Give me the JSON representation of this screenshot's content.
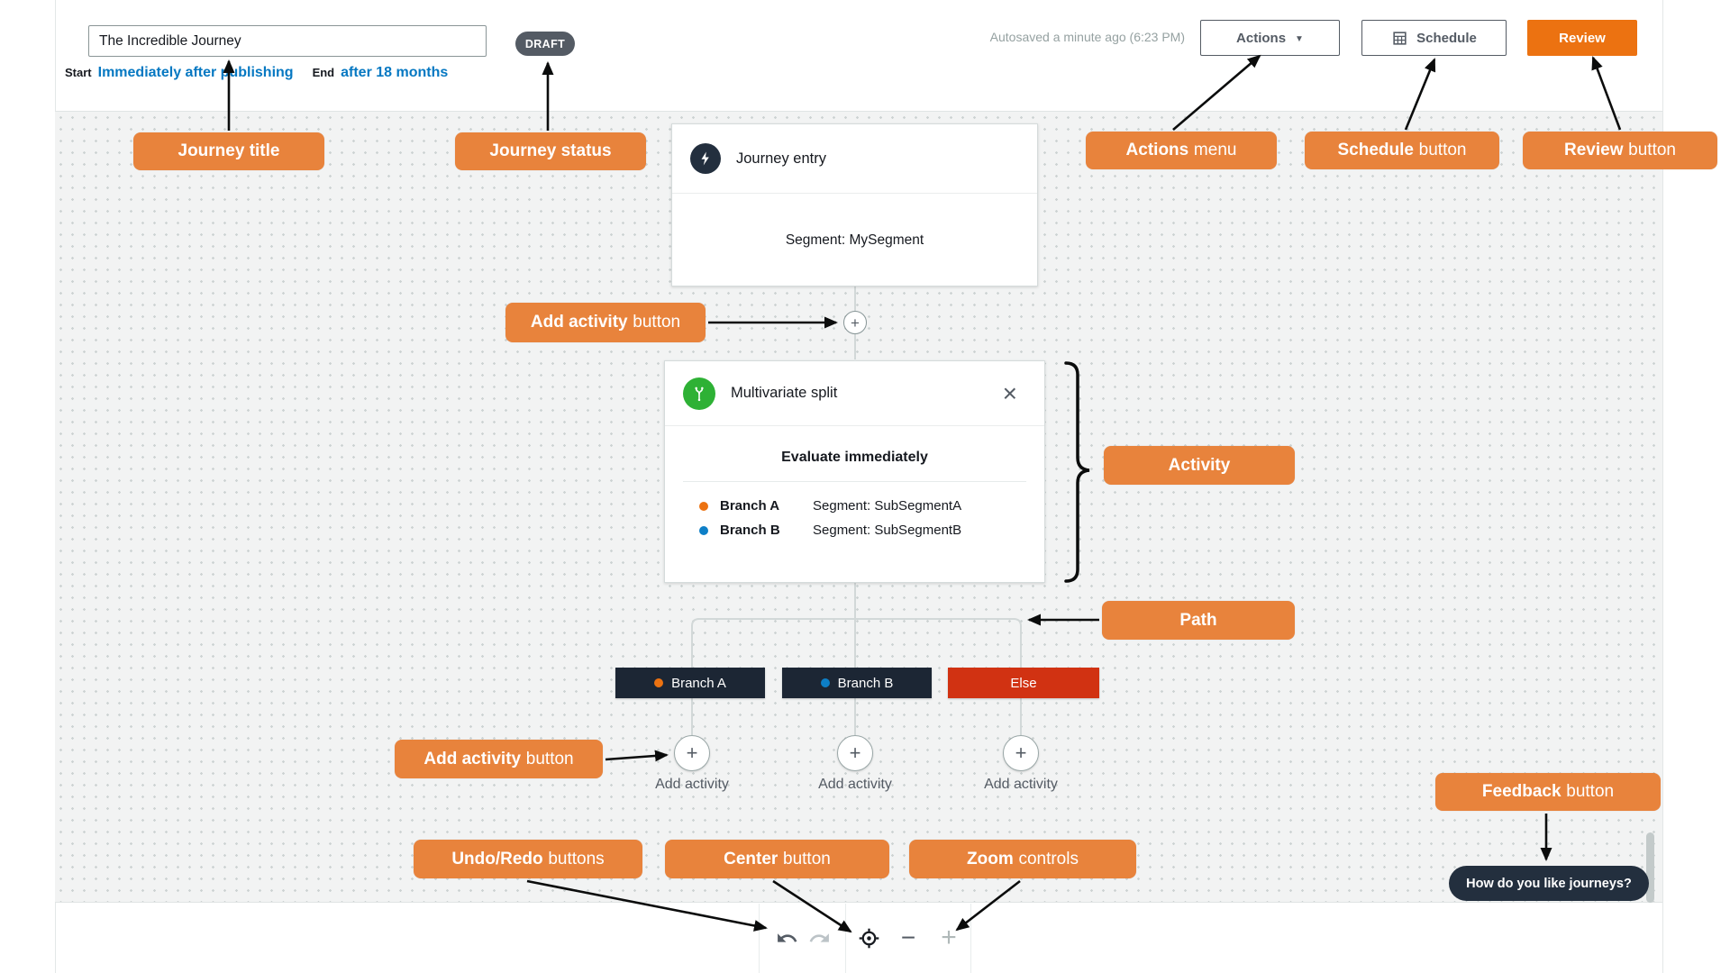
{
  "header": {
    "journey_title": "The Incredible Journey",
    "status_badge": "DRAFT",
    "start_label": "Start",
    "start_value": "Immediately after publishing",
    "end_label": "End",
    "end_value": "after 18 months",
    "autosaved": "Autosaved a minute ago (6:23 PM)",
    "actions_label": "Actions",
    "schedule_label": "Schedule",
    "review_label": "Review"
  },
  "canvas": {
    "entry_card": {
      "title": "Journey entry",
      "body": "Segment: MySegment"
    },
    "split_card": {
      "title": "Multivariate split",
      "evaluate": "Evaluate immediately",
      "branch_a_name": "Branch A",
      "branch_a_segment": "Segment: SubSegmentA",
      "branch_b_name": "Branch B",
      "branch_b_segment": "Segment: SubSegmentB"
    },
    "tags": {
      "a": "Branch A",
      "b": "Branch B",
      "else": "Else"
    },
    "add_activity": "Add activity",
    "feedback": "How do you like journeys?"
  },
  "icons": {
    "actions_caret": "▼",
    "close": "×",
    "plus": "+",
    "minus": "−",
    "entry": "lightning-icon",
    "split": "branch-split-icon",
    "schedule": "calendar-grid-icon",
    "undo": "undo-arrow-icon",
    "redo": "redo-arrow-icon",
    "center": "crosshair-target-icon"
  },
  "annotations": {
    "journey_title": {
      "bold": "Journey title",
      "rest": ""
    },
    "journey_status": {
      "bold": "Journey status",
      "rest": ""
    },
    "actions_menu": {
      "bold": "Actions",
      "rest": "menu"
    },
    "schedule_button": {
      "bold": "Schedule",
      "rest": "button"
    },
    "review_button": {
      "bold": "Review",
      "rest": "button"
    },
    "add_activity_top": {
      "bold": "Add activity",
      "rest": "button"
    },
    "activity": {
      "bold": "Activity",
      "rest": ""
    },
    "path": {
      "bold": "Path",
      "rest": ""
    },
    "add_activity_bottom": {
      "bold": "Add activity",
      "rest": "button"
    },
    "undo_redo": {
      "bold": "Undo/Redo",
      "rest": "buttons"
    },
    "center_button": {
      "bold": "Center",
      "rest": "button"
    },
    "zoom_controls": {
      "bold": "Zoom",
      "rest": "controls"
    },
    "feedback_button": {
      "bold": "Feedback",
      "rest": "button"
    }
  },
  "colors": {
    "annotation_orange": "#e8833c",
    "review_orange": "#ec7211",
    "link_blue": "#0678c2",
    "squid_ink": "#232f3e",
    "else_red": "#d13212",
    "branch_a_dot": "#ec7211",
    "branch_b_dot": "#0d7fc7",
    "split_green": "#2eb135"
  }
}
